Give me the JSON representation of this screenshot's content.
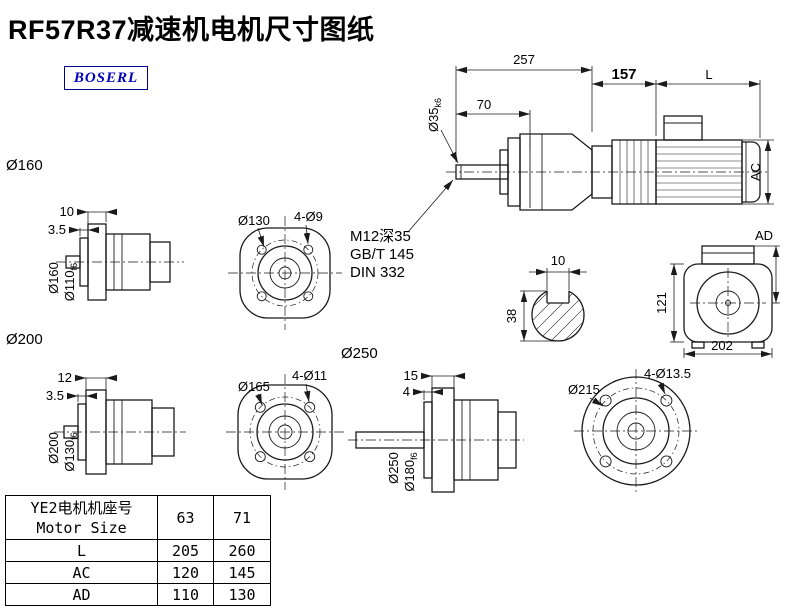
{
  "page": {
    "title": "RF57R37减速机电机尺寸图纸",
    "logo": "BOSERL"
  },
  "assembly": {
    "dim_total": "257",
    "dim_mid": "157",
    "dim_l": "L",
    "dim_shaft_len": "70",
    "shaft_dia": "Ø35",
    "shaft_fit": "k6",
    "dim_ac": "AC"
  },
  "tap_note": {
    "line1": "M12深35",
    "line2": "GB/T 145",
    "line3": "DIN 332"
  },
  "key_section": {
    "key_width": "10",
    "shaft_height": "38"
  },
  "motor_rear": {
    "dim_ad": "AD",
    "dim_height": "121",
    "dim_width": "202"
  },
  "flange160": {
    "title": "Ø160",
    "flange_thk": "10",
    "spigot_depth": "3.5",
    "outer_dia": "Ø160",
    "spigot_dia": "Ø110",
    "spigot_fit": "f6",
    "bolt_circle": "Ø130",
    "holes": "4-Ø9"
  },
  "flange200": {
    "title": "Ø200",
    "flange_thk": "12",
    "spigot_depth": "3.5",
    "outer_dia": "Ø200",
    "spigot_dia": "Ø130",
    "spigot_fit": "f6",
    "bolt_circle": "Ø165",
    "holes": "4-Ø11"
  },
  "flange250": {
    "title": "Ø250",
    "flange_thk": "15",
    "spigot_depth": "4",
    "outer_dia": "Ø250",
    "spigot_dia": "Ø180",
    "spigot_fit": "f6",
    "bolt_circle": "Ø215",
    "holes": "4-Ø13.5"
  },
  "table": {
    "header_cn": "YE2电机机座号",
    "header_en": "Motor Size",
    "sizes": [
      "63",
      "71"
    ],
    "rows": [
      {
        "label": "L",
        "values": [
          "205",
          "260"
        ]
      },
      {
        "label": "AC",
        "values": [
          "120",
          "145"
        ]
      },
      {
        "label": "AD",
        "values": [
          "110",
          "130"
        ]
      }
    ]
  },
  "colors": {
    "accent": "#00008B",
    "line": "#1a1a1a"
  }
}
